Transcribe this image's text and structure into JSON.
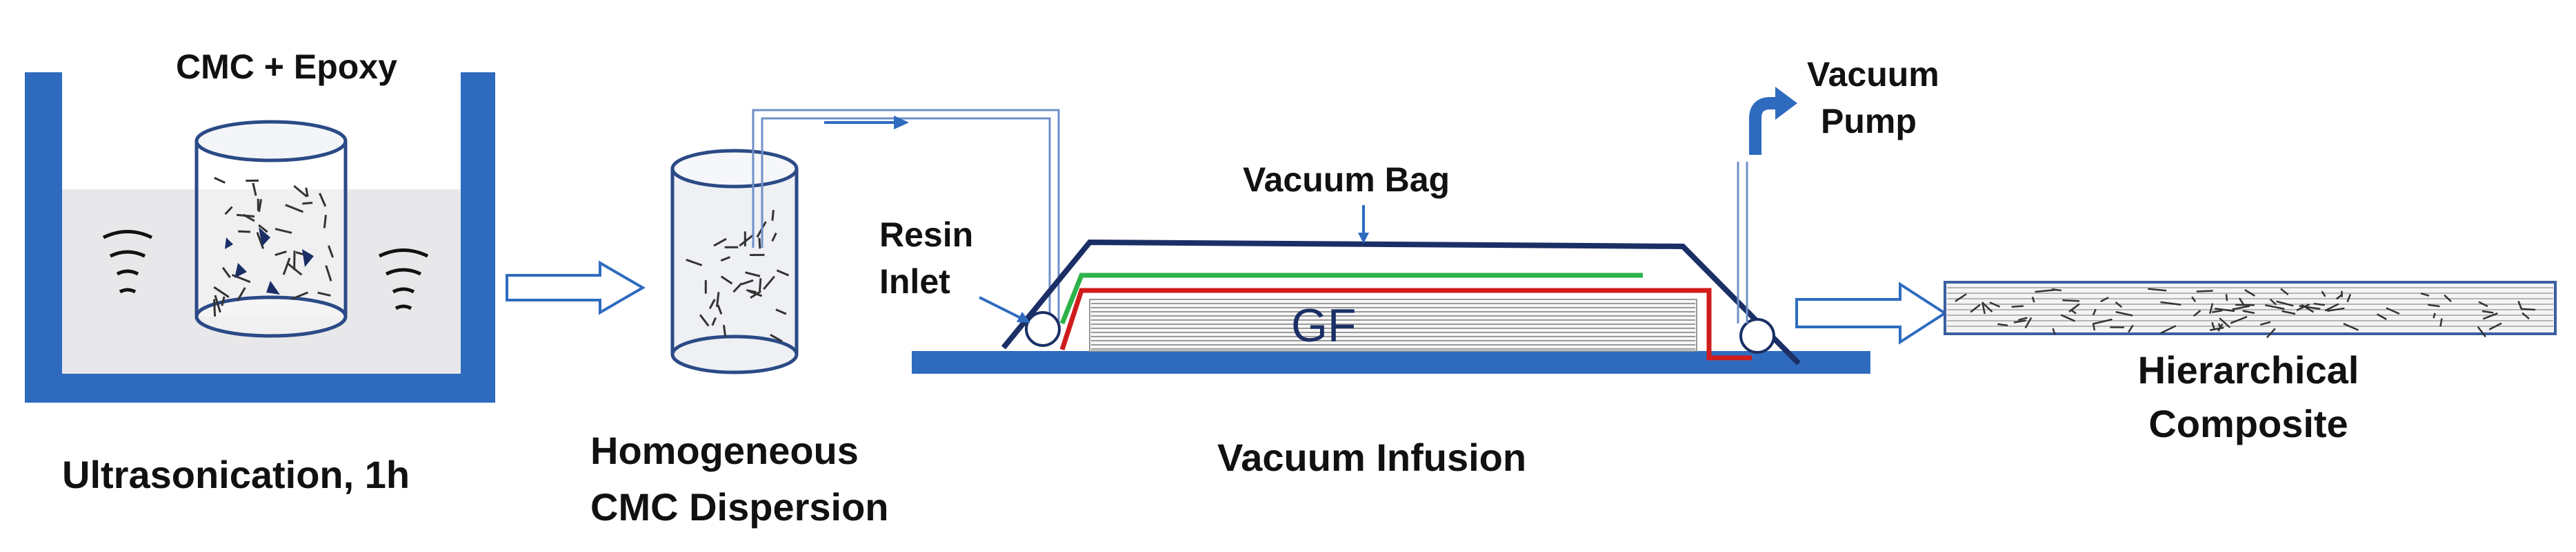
{
  "labels": {
    "cmc_epoxy": "CMC + Epoxy",
    "ultrasonication": "Ultrasonication,  1h",
    "homogeneous_line1": "Homogeneous",
    "homogeneous_line2": "CMC Dispersion",
    "resin_line1": "Resin",
    "resin_line2": "Inlet",
    "vacuum_bag": "Vacuum Bag",
    "gf": "GF",
    "vacuum_infusion": "Vacuum Infusion",
    "pump_line1": "Vacuum",
    "pump_line2": "Pump",
    "composite_line1": "Hierarchical",
    "composite_line2": "Composite"
  },
  "colors": {
    "frame_blue": "#2e6bbf",
    "bath_liquid": "#e8e8ea",
    "beaker_fill": "#eef0f4",
    "bag_line": "#1b2f66",
    "green_layer": "#2db34a",
    "red_layer": "#d01c1c",
    "fiber_gray": "#9a9a9a"
  }
}
